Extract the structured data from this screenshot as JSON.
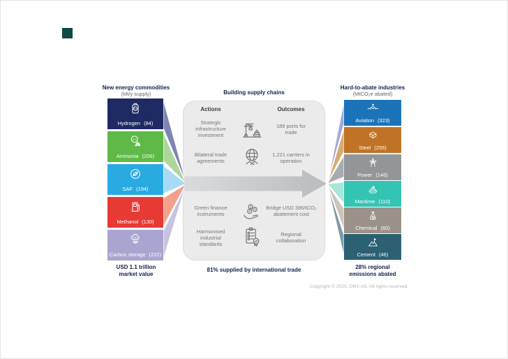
{
  "logo": {
    "color": "#0e4a44"
  },
  "icon_text": {
    "h2": "H₂",
    "nh3": "NH₃",
    "co2": "CO₂",
    "dollar": "$"
  },
  "left_column": {
    "title": "New energy commodities",
    "subtitle": "(Mt/y supply)",
    "items": [
      {
        "label": "Hydrogen",
        "value": "(84)",
        "color": "#1e2a63",
        "tint": "#8084b3",
        "icon": "hydrogen-tank-icon"
      },
      {
        "label": "Ammonia",
        "value": "(206)",
        "color": "#5fb947",
        "tint": "#aed69b",
        "icon": "ammonia-molecule-icon"
      },
      {
        "label": "SAF",
        "value": "(194)",
        "color": "#29aae1",
        "tint": "#a8daf5",
        "icon": "saf-leaf-icon"
      },
      {
        "label": "Methanol",
        "value": "(130)",
        "color": "#e73a34",
        "tint": "#f3a18d",
        "icon": "methanol-pump-icon"
      },
      {
        "label": "Carbon storage",
        "value": "(222)",
        "color": "#a9a5d0",
        "tint": "#c7c4df",
        "icon": "carbon-storage-icon"
      }
    ],
    "footer_line1": "USD 1.1 trillion",
    "footer_line2": "market value"
  },
  "center": {
    "title": "Building supply chains",
    "actions_header": "Actions",
    "outcomes_header": "Outcomes",
    "rows": [
      {
        "action": "Strategic infrastructure investment",
        "outcome": "189 ports for trade",
        "icon": "port-crane-ship-icon"
      },
      {
        "action": "Bilateral trade agreements",
        "outcome": "1,221 carriers in operation",
        "icon": "globe-handshake-icon"
      },
      {
        "action": "Green finance instruments",
        "outcome": "Bridge USD 386/tCO₂ abatement cost",
        "icon": "coins-hand-icon"
      },
      {
        "action": "Harmonised industrial standards",
        "outcome": "Regional collaboration",
        "icon": "clipboard-check-icon"
      }
    ],
    "footer": "81% supplied by international trade"
  },
  "right_column": {
    "title": "Hard-to-abate industries",
    "subtitle": "(MtCO₂e abated)",
    "items": [
      {
        "label": "Aviation",
        "value": "(323)",
        "color": "#1b74ba",
        "tint": "#a2abd6",
        "icon": "airplane-icon"
      },
      {
        "label": "Steel",
        "value": "(255)",
        "color": "#c07327",
        "tint": "#d8a973",
        "icon": "steel-beam-icon"
      },
      {
        "label": "Power",
        "value": "(146)",
        "color": "#939598",
        "tint": "#a8aaad",
        "icon": "power-tower-icon"
      },
      {
        "label": "Maritime",
        "value": "(110)",
        "color": "#33c4b3",
        "tint": "#a7e6da",
        "icon": "maritime-ship-icon"
      },
      {
        "label": "Chemical",
        "value": "(60)",
        "color": "#9a9189",
        "tint": "#ccc4b9",
        "icon": "chemical-flask-icon"
      },
      {
        "label": "Cement",
        "value": "(46)",
        "color": "#2b6173",
        "tint": "#7f9baa",
        "icon": "cement-quarry-icon"
      }
    ],
    "footer_line1": "28% regional",
    "footer_line2": "emissions abated"
  },
  "copyright": "Copyright © 2025, DNV AS. All rights reserved."
}
